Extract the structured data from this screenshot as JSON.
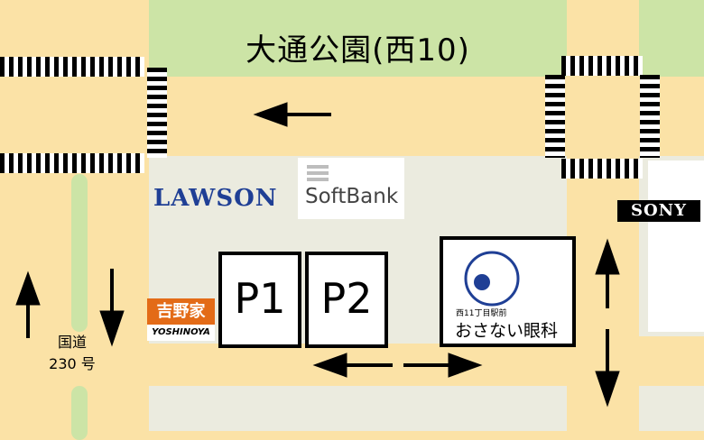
{
  "park": {
    "label": "大通公園(西10)"
  },
  "shops": {
    "lawson": "LAWSON",
    "softbank": "SoftBank",
    "sony": "SONY",
    "yoshinoya_kanji": "吉野家",
    "yoshinoya_roman": "YOSHINOYA"
  },
  "parking": {
    "p1": "P1",
    "p2": "P2"
  },
  "clinic": {
    "location": "西11丁目駅前",
    "name": "おさない眼科",
    "logo_color": "#1F3F95"
  },
  "route": {
    "line1": "国道",
    "line2": "230 号"
  },
  "colors": {
    "road": "#FBE2A6",
    "park": "#CCE4A6",
    "block": "#EBEBDF",
    "yoshinoya": "#E36B17"
  }
}
